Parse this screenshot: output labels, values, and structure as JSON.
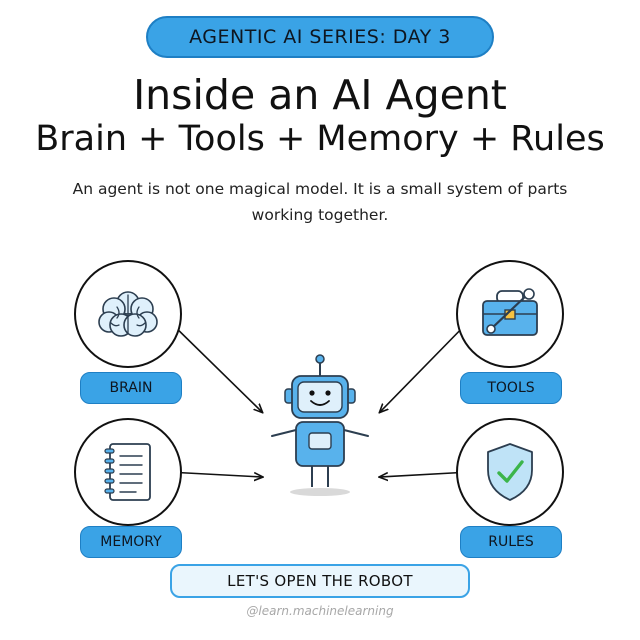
{
  "header": {
    "series": "AGENTIC AI SERIES: DAY 3",
    "title_line1": "Inside an AI Agent",
    "title_line2": "Brain + Tools + Memory + Rules",
    "subtitle": "An agent is not one magical model. It is a small system of parts working together."
  },
  "components": {
    "brain": "BRAIN",
    "tools": "TOOLS",
    "memory": "MEMORY",
    "rules": "RULES"
  },
  "cta": "LET'S OPEN THE ROBOT",
  "handle": "@learn.machinelearning",
  "colors": {
    "accent": "#3aa3e6",
    "accent_dark": "#1e7fc4",
    "robot": "#58b2ec",
    "check": "#3cb54a",
    "shield": "#bfe3f7"
  }
}
